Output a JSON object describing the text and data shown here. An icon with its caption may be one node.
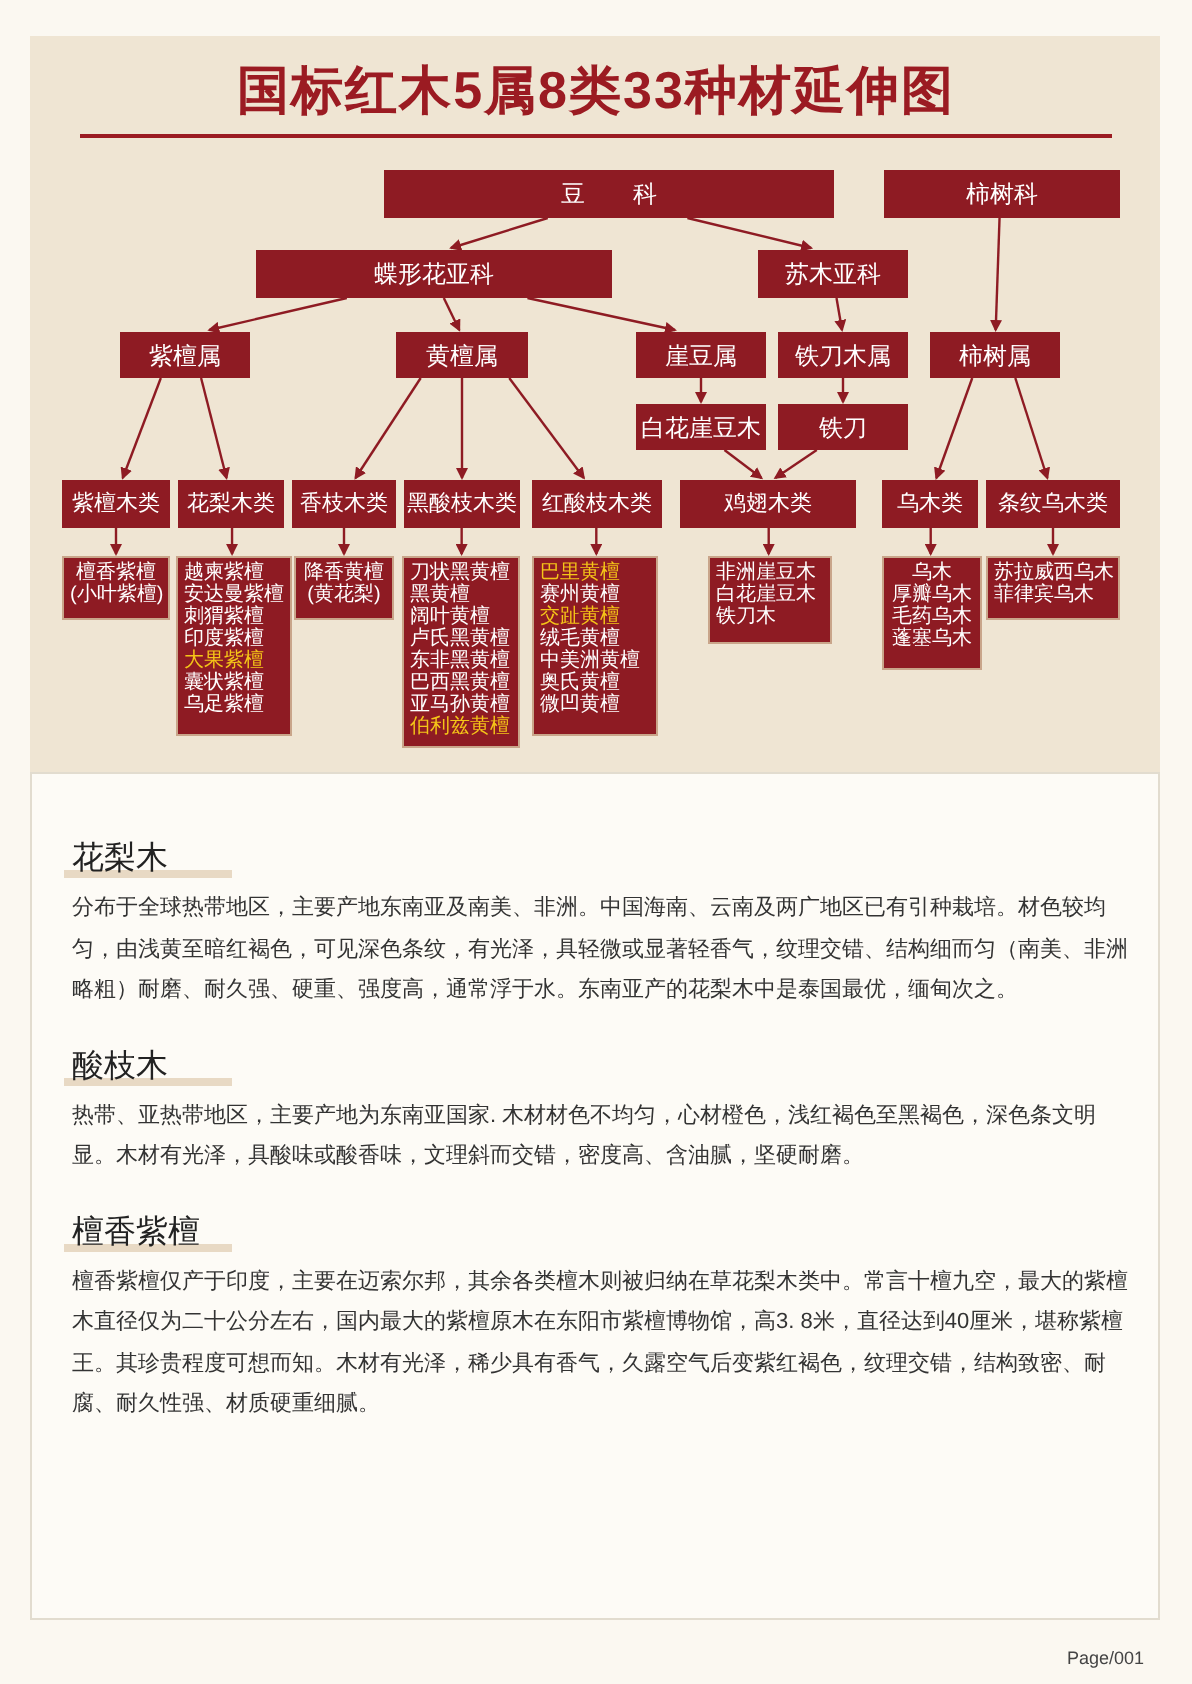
{
  "diagram": {
    "title": "国标红木5属8类33种材延伸图",
    "nodes": [
      {
        "text": [
          "豆　　科"
        ]
      },
      {
        "text": [
          "柿树科"
        ]
      },
      {
        "text": [
          "蝶形花亚科"
        ]
      },
      {
        "text": [
          "苏木亚科"
        ]
      },
      {
        "text": [
          "紫檀属"
        ]
      },
      {
        "text": [
          "黄檀属"
        ]
      },
      {
        "text": [
          "崖豆属"
        ]
      },
      {
        "text": [
          "铁刀木属"
        ]
      },
      {
        "text": [
          "柿树属"
        ]
      },
      {
        "text": [
          "白花崖豆木"
        ]
      },
      {
        "text": [
          "铁刀"
        ]
      },
      {
        "text": [
          "紫檀木类"
        ]
      },
      {
        "text": [
          "花梨木类"
        ]
      },
      {
        "text": [
          "香枝木类"
        ]
      },
      {
        "text": [
          "黑酸枝木类"
        ]
      },
      {
        "text": [
          "红酸枝木类"
        ]
      },
      {
        "text": [
          "鸡翅木类"
        ]
      },
      {
        "text": [
          "乌木类"
        ]
      },
      {
        "text": [
          "条纹乌木类"
        ]
      },
      {
        "text": [
          "檀香紫檀",
          "(小叶紫檀)"
        ]
      },
      {
        "text": [
          "越柬紫檀",
          "安达曼紫檀",
          "刺猬紫檀",
          "印度紫檀",
          "大果紫檀",
          "囊状紫檀",
          "乌足紫檀"
        ]
      },
      {
        "text": [
          "降香黄檀",
          "(黄花梨)"
        ]
      },
      {
        "text": [
          "刀状黑黄檀",
          "黑黄檀",
          "阔叶黄檀",
          "卢氏黑黄檀",
          "东非黑黄檀",
          "巴西黑黄檀",
          "亚马孙黄檀",
          "伯利兹黄檀"
        ]
      },
      {
        "text": [
          "巴里黄檀",
          "赛州黄檀",
          "交趾黄檀",
          "绒毛黄檀",
          "中美洲黄檀",
          "奥氏黄檀",
          "微凹黄檀"
        ]
      },
      {
        "text": [
          "非洲崖豆木",
          "白花崖豆木",
          "铁刀木"
        ]
      },
      {
        "text": [
          "乌木",
          "厚瓣乌木",
          "毛药乌木",
          "蓬塞乌木"
        ]
      },
      {
        "text": [
          "苏拉威西乌木",
          "菲律宾乌木"
        ]
      }
    ],
    "edges": [
      {
        "from": 0,
        "to": 2,
        "arrow": "to"
      },
      {
        "from": 0,
        "to": 3,
        "arrow": "to"
      },
      {
        "from": 1,
        "to": 8,
        "arrow": "to"
      },
      {
        "from": 2,
        "to": 4,
        "arrow": "to"
      },
      {
        "from": 2,
        "to": 5,
        "arrow": "to"
      },
      {
        "from": 2,
        "to": 6,
        "arrow": "to"
      },
      {
        "from": 3,
        "to": 7,
        "arrow": "to"
      },
      {
        "from": 6,
        "to": 9,
        "arrow": "to"
      },
      {
        "from": 7,
        "to": 10,
        "arrow": "to"
      },
      {
        "from": 4,
        "to": 11,
        "arrow": "to"
      },
      {
        "from": 4,
        "to": 12,
        "arrow": "to"
      },
      {
        "from": 5,
        "to": 13,
        "arrow": "to"
      },
      {
        "from": 5,
        "to": 14,
        "arrow": "to"
      },
      {
        "from": 5,
        "to": 15,
        "arrow": "to"
      },
      {
        "from": 9,
        "to": 16,
        "arrow": "to"
      },
      {
        "from": 10,
        "to": 16,
        "arrow": "to"
      },
      {
        "from": 8,
        "to": 17,
        "arrow": "to"
      },
      {
        "from": 8,
        "to": 18,
        "arrow": "to"
      },
      {
        "from": 11,
        "to": 19,
        "arrow": "to"
      },
      {
        "from": 12,
        "to": 20,
        "arrow": "to"
      },
      {
        "from": 13,
        "to": 21,
        "arrow": "to"
      },
      {
        "from": 14,
        "to": 22,
        "arrow": "to"
      },
      {
        "from": 15,
        "to": 23,
        "arrow": "to"
      },
      {
        "from": 16,
        "to": 24,
        "arrow": "to"
      },
      {
        "from": 17,
        "to": 25,
        "arrow": "to"
      },
      {
        "from": 18,
        "to": 26,
        "arrow": "to"
      }
    ],
    "labels": [
      "花梨木",
      "分布于全球热带地区，主要产地东南亚及南美、非洲。中国海南、云南及两广地区已有引种栽培。材色较均匀，由浅黄至暗红褐色，可见深色条纹，有光泽，具轻微或显著轻香气，纹理交错、结构细而匀（南美、非洲略粗）耐磨、耐久强、硬重、强度高，通常浮于水。东南亚产的花梨木中是泰国最优，缅甸次之。",
      "酸枝木",
      "热带、亚热带地区，主要产地为东南亚国家. 木材材色不均匀，心材橙色，浅红褐色至黑褐色，深色条文明显。木材有光泽，具酸味或酸香味，文理斜而交错，密度高、含油腻，坚硬耐磨。",
      "檀香紫檀",
      "檀香紫檀仅产于印度，主要在迈索尔邦，其余各类檀木则被归纳在草花梨木类中。常言十檀九空，最大的紫檀木直径仅为二十公分左右，国内最大的紫檀原木在东阳市紫檀博物馆，高3. 8米，直径达到40厘米，堪称紫檀王。其珍贵程度可想而知。木材有光泽，稀少具有香气，久露空气后变紫红褐色，纹理交错，结构致密、耐腐、耐久性强、材质硬重细腻。",
      "Page/001"
    ]
  }
}
